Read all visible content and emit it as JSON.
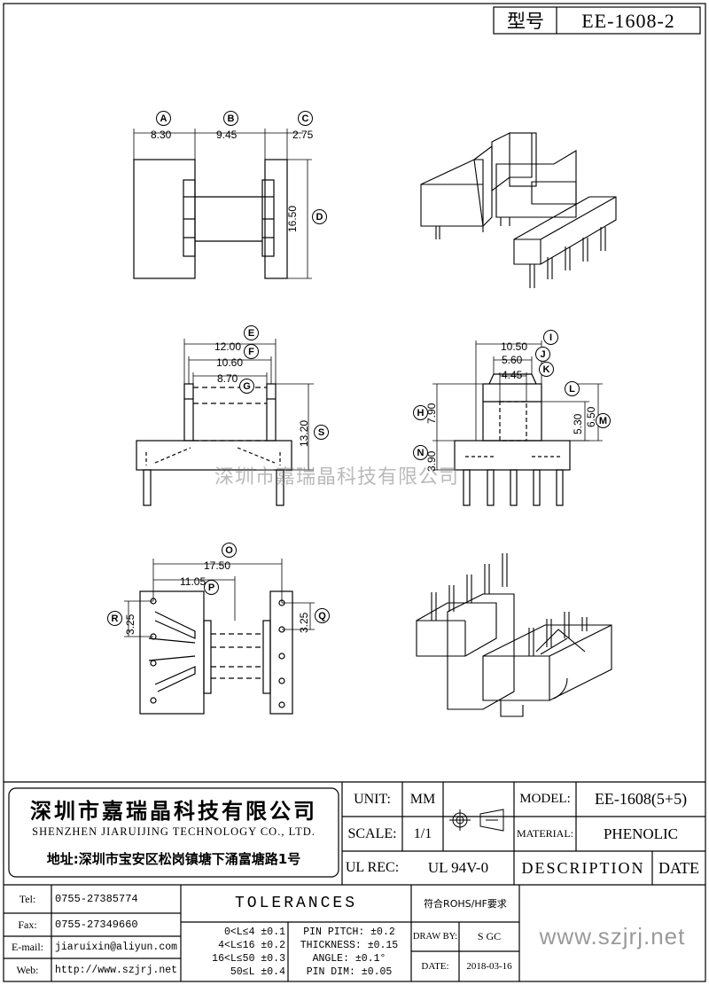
{
  "header": {
    "type_label": "型号",
    "part_no": "EE-1608-2"
  },
  "watermark": "深圳市嘉瑞晶科技有限公司",
  "dimensions": {
    "A": "8.30",
    "B": "9.45",
    "C": "2.75",
    "D": "16.50",
    "E": "12.00",
    "F": "10.60",
    "G": "8.70",
    "S": "13.20",
    "I": "10.50",
    "J": "5.60",
    "K": "4.45",
    "H": "7.90",
    "N": "3.90",
    "L": "5.30",
    "M": "6.50",
    "O": "17.50",
    "P": "11.05",
    "R": "3.25",
    "Q": "3.25"
  },
  "labels": [
    "A",
    "B",
    "C",
    "D",
    "E",
    "F",
    "G",
    "S",
    "I",
    "J",
    "K",
    "L",
    "H",
    "M",
    "N",
    "O",
    "P",
    "R",
    "Q"
  ],
  "company": {
    "name_cn": "深圳市嘉瑞晶科技有限公司",
    "name_en": "SHENZHEN JIARUIJING TECHNOLOGY CO., LTD.",
    "address": "地址:深圳市宝安区松岗镇塘下涌富塘路1号"
  },
  "title_block": {
    "unit_label": "UNIT:",
    "unit_value": "MM",
    "scale_label": "SCALE:",
    "scale_value": "1/1",
    "ulrec_label": "UL REC:",
    "ulrec_value": "UL 94V-0",
    "model_label": "MODEL:",
    "model_value": "EE-1608(5+5)",
    "material_label": "MATERIAL:",
    "material_value": "PHENOLIC",
    "description_label": "DESCRIPTION",
    "date_label": "DATE",
    "rohs": "符合ROHS/HF要求",
    "drawby_label": "DRAW BY:",
    "drawby_value": "S GC",
    "date_field_label": "DATE:",
    "date_value": "2018-03-16",
    "website_big": "www.szjrj.net"
  },
  "contacts": {
    "tel_label": "Tel:",
    "tel": "0755-27385774",
    "fax_label": "Fax:",
    "fax": "0755-27349660",
    "email_label": "E-mail:",
    "email": "jiaruixin@aliyun.com",
    "web_label": "Web:",
    "web": "http://www.szjrj.net"
  },
  "tolerances": {
    "title": "TOLERANCES",
    "lines": [
      "0<L≤4 ±0.1",
      "4<L≤16 ±0.2",
      "16<L≤50 ±0.3",
      "50≤L ±0.4"
    ],
    "pin_lines": [
      "PIN PITCH: ±0.2",
      "THICKNESS: ±0.15",
      "ANGLE: ±0.1°",
      "PIN DIM: ±0.05"
    ]
  }
}
